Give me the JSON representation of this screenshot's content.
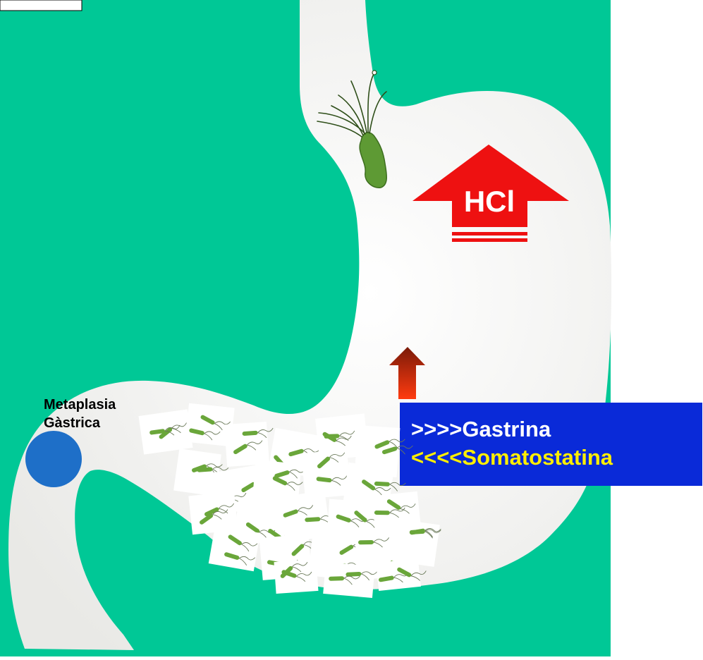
{
  "colors": {
    "background": "#00c896",
    "stomach": "#f4f4f2",
    "hcl_arrow": "#ee1111",
    "small_arrow_top": "#7a1a08",
    "small_arrow_bottom": "#ff3b10",
    "info_box": "#0a2ad8",
    "gastrina_text": "#ffffff",
    "somatostatina_text": "#ffee00",
    "metaplasia_patch": "#1e6fc8",
    "bacteria": "#6aa63a"
  },
  "hcl": {
    "label": "HCl"
  },
  "metaplasia": {
    "line1": "Metaplasia",
    "line2": "Gàstrica"
  },
  "info": {
    "gastrina": ">>>>Gastrina",
    "somatostatina": "<<<<Somatostatina"
  },
  "icons": [
    "helicobacter-bacterium-icon",
    "bacteria-colony-icon",
    "up-arrow-icon",
    "hcl-up-arrow-icon"
  ]
}
